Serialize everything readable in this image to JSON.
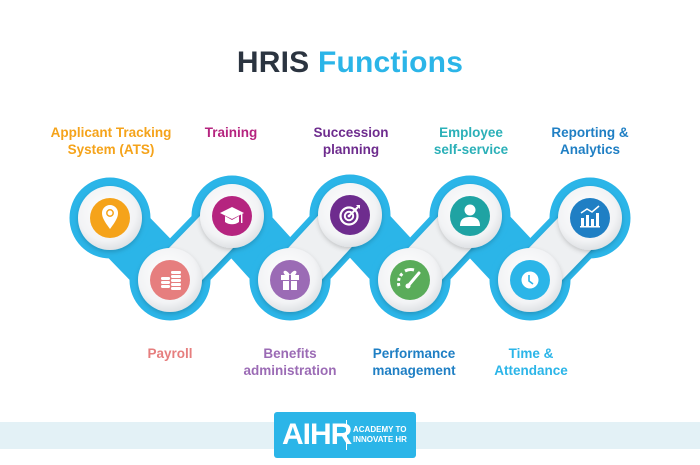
{
  "title": {
    "part1": "HRIS",
    "part2": "Functions"
  },
  "colors": {
    "title_dark": "#2b3440",
    "title_accent": "#2bb5e8",
    "chain_blue": "#2bb5e8"
  },
  "functions": [
    {
      "label_line1": "Applicant Tracking",
      "label_line2": "System (ATS)",
      "icon": "location-pin-icon",
      "color": "#f5a31a",
      "row": "top"
    },
    {
      "label_line1": "Payroll",
      "label_line2": "",
      "icon": "coins-icon",
      "color": "#e67e7e",
      "row": "bottom"
    },
    {
      "label_line1": "Training",
      "label_line2": "",
      "icon": "graduation-cap-icon",
      "color": "#b5247f",
      "row": "top"
    },
    {
      "label_line1": "Benefits",
      "label_line2": "administration",
      "icon": "gift-icon",
      "color": "#9b6bb5",
      "row": "bottom"
    },
    {
      "label_line1": "Succession",
      "label_line2": "planning",
      "icon": "target-icon",
      "color": "#6e2c8e",
      "row": "top"
    },
    {
      "label_line1": "Performance",
      "label_line2": "management",
      "icon": "gauge-icon",
      "color": "#5aac5a",
      "row": "bottom"
    },
    {
      "label_line1": "Employee",
      "label_line2": "self-service",
      "icon": "user-icon",
      "color": "#1fa3a3",
      "row": "top"
    },
    {
      "label_line1": "Time &",
      "label_line2": "Attendance",
      "icon": "clock-icon",
      "color": "#2bb5e8",
      "row": "bottom"
    },
    {
      "label_line1": "Reporting &",
      "label_line2": "Analytics",
      "icon": "bar-chart-icon",
      "color": "#1f7fc4",
      "row": "top"
    }
  ],
  "label_colors": [
    "#f5a31a",
    "#e67e7e",
    "#b5247f",
    "#9b6bb5",
    "#6e2c8e",
    "#1f7fc4",
    "#2bb0b8",
    "#2bb5e8",
    "#1f7fc4"
  ],
  "footer": {
    "logo_big": "AIHR",
    "logo_small_line1": "ACADEMY TO",
    "logo_small_line2": "INNOVATE HR"
  }
}
